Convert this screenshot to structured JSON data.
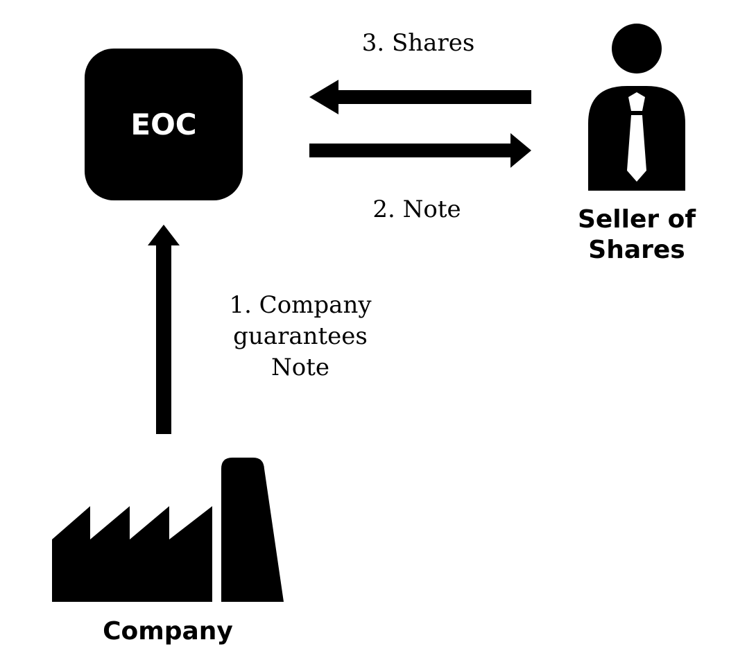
{
  "nodes": {
    "eoc": {
      "label": "EOC"
    },
    "seller": {
      "label_line1": "Seller of",
      "label_line2": "Shares"
    },
    "company": {
      "label": "Company"
    }
  },
  "edges": {
    "shares": {
      "label": "3. Shares"
    },
    "note": {
      "label": "2. Note"
    },
    "guarantee": {
      "label_line1": "1. Company",
      "label_line2": "guarantees",
      "label_line3": "Note"
    }
  },
  "colors": {
    "ink": "#000000",
    "background": "#ffffff",
    "inverse_text": "#ffffff"
  }
}
